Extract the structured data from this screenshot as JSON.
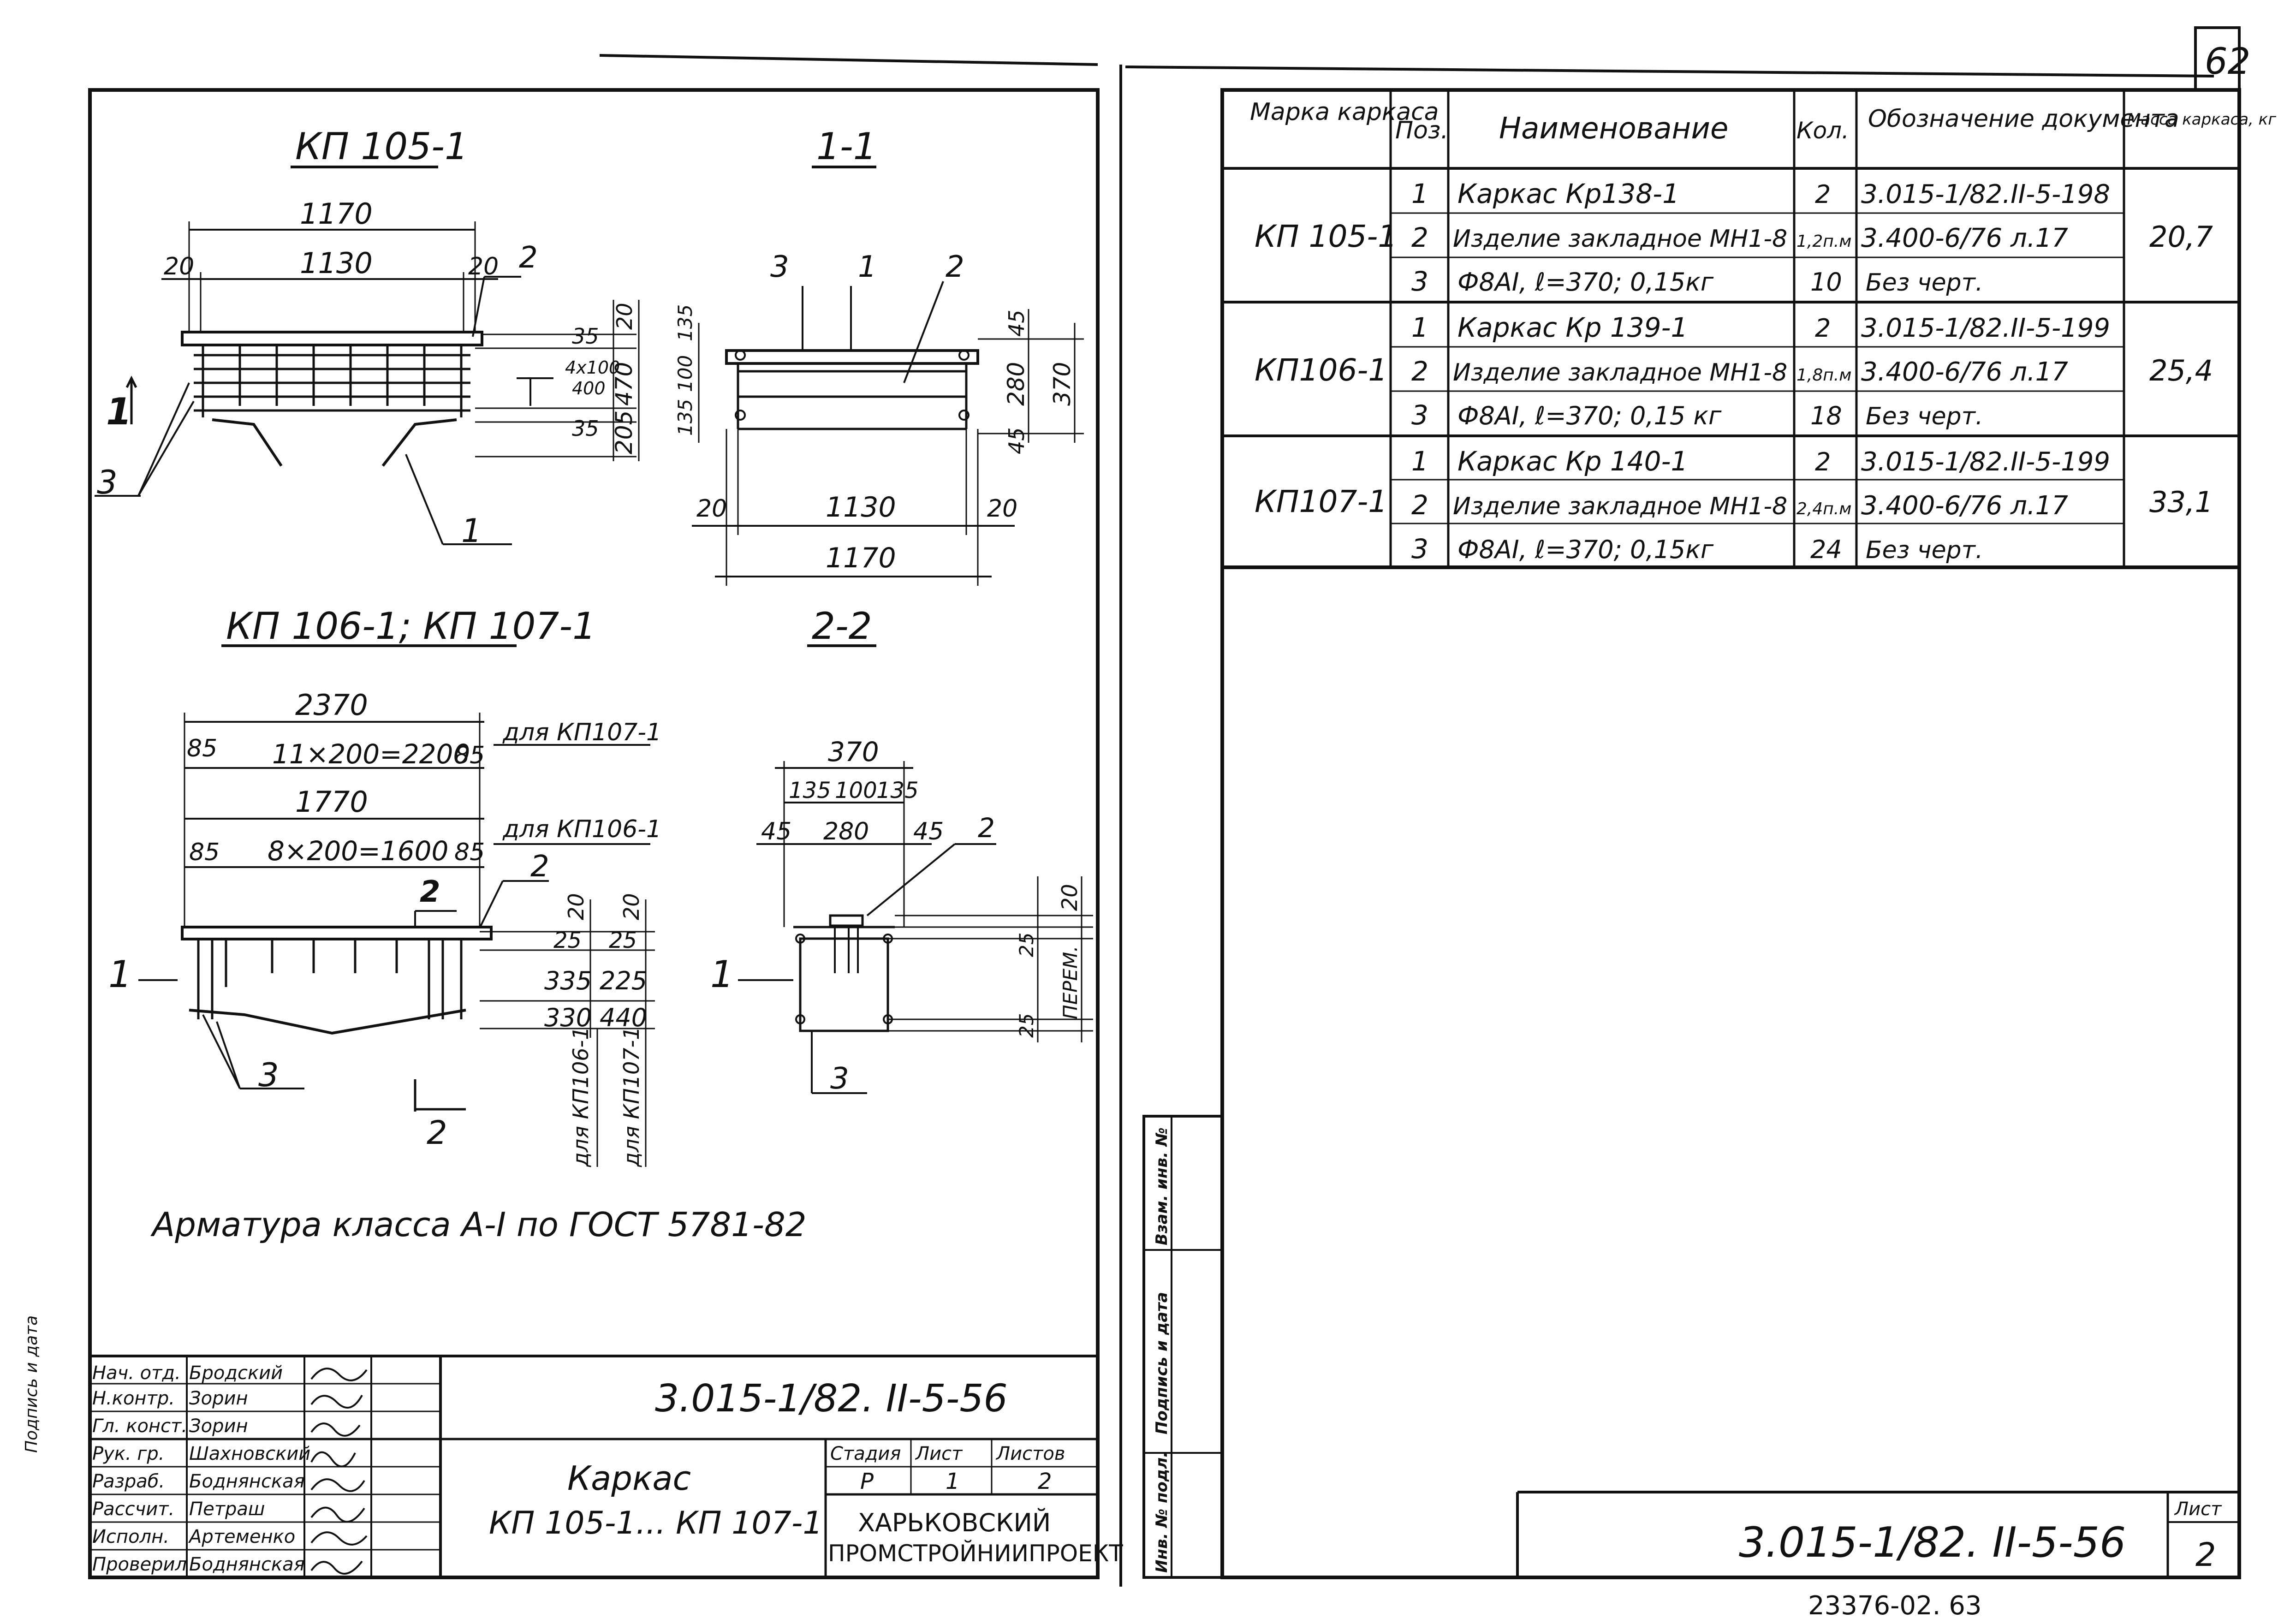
{
  "sheet_number": "62",
  "bottom_stamp": "23376-02. 63",
  "left_page": {
    "view_kp105_title": "КП 105-1",
    "section_11_title": "1-1",
    "view_kp106_title": "КП 106-1; КП 107-1",
    "section_22_title": "2-2",
    "kp105": {
      "dim_1170": "1170",
      "dim_1130": "1130",
      "dim_20a": "20",
      "dim_20b": "20",
      "dim_35a": "35",
      "dim_4x100": "4х100",
      "dim_400": "400",
      "dim_35b": "35",
      "dim_20v": "20",
      "dim_470": "470",
      "dim_205": "205",
      "pos_1": "1",
      "pos_2": "2",
      "pos_3": "3",
      "cut_mark": "1"
    },
    "sec11": {
      "dim_1130": "1130",
      "dim_1170": "1170",
      "dim_20a": "20",
      "dim_20b": "20",
      "dim_135a": "135",
      "dim_100": "100",
      "dim_135b": "135",
      "dim_45a": "45",
      "dim_280": "280",
      "dim_45b": "45",
      "dim_370": "370",
      "pos_1": "1",
      "pos_2": "2",
      "pos_3": "3"
    },
    "kp106": {
      "dim_2370": "2370",
      "dim_11x200": "11×200=2200",
      "dim_1770": "1770",
      "dim_8x200": "8×200=1600",
      "dim_85a": "85",
      "dim_85b": "85",
      "dim_85c": "85",
      "dim_85d": "85",
      "for_kp107": "для КП107-1",
      "for_kp106": "для КП106-1",
      "dim_20a": "20",
      "dim_20b": "20",
      "dim_25a": "25",
      "dim_25b": "25",
      "dim_335": "335",
      "dim_225": "225",
      "dim_330": "330",
      "dim_440": "440",
      "col_kp106": "для КП106-1",
      "col_kp107": "для КП107-1",
      "pos_2": "2",
      "pos_3": "3",
      "cut_1": "1",
      "cut_2a": "2",
      "cut_2b": "2"
    },
    "sec22": {
      "dim_370": "370",
      "dim_135a": "135",
      "dim_100": "100",
      "dim_135b": "135",
      "dim_45a": "45",
      "dim_280": "280",
      "dim_45b": "45",
      "dim_20": "20",
      "dim_25a": "25",
      "dim_25b": "25",
      "dim_perem": "ПЕРЕМ.",
      "pos_2": "2",
      "pos_3": "3",
      "cut_1": "1"
    },
    "note": "Арматура класса А-I по ГОСТ 5781-82",
    "side_strip": "Подпись и дата",
    "title_block": {
      "roles": [
        {
          "role": "Нач. отд.",
          "name": "Бродский"
        },
        {
          "role": "Н.контр.",
          "name": "Зорин"
        },
        {
          "role": "Гл. конст.",
          "name": "Зорин"
        },
        {
          "role": "Рук. гр.",
          "name": "Шахновский"
        },
        {
          "role": "Разраб.",
          "name": "Боднянская"
        },
        {
          "role": "Рассчит.",
          "name": "Петраш"
        },
        {
          "role": "Исполн.",
          "name": "Артеменко"
        },
        {
          "role": "Проверил",
          "name": "Боднянская"
        }
      ],
      "doc_code": "3.015-1/82. II-5-56",
      "title_line1": "Каркас",
      "title_line2": "КП 105-1... КП 107-1",
      "stage_label": "Стадия",
      "sheet_label": "Лист",
      "sheets_label": "Листов",
      "stage_value": "Р",
      "sheet_value": "1",
      "sheets_value": "2",
      "org_line1": "ХАРЬКОВСКИЙ",
      "org_line2": "ПРОМСТРОЙНИИПРОЕКТ"
    }
  },
  "right_page": {
    "table": {
      "headers": {
        "mark": "Марка каркаса",
        "pos": "Поз.",
        "name": "Наименование",
        "qty": "Кол.",
        "doc": "Обозначение документа",
        "mass": "Масса каркаса, кг"
      },
      "groups": [
        {
          "mark": "КП 105-1",
          "mass": "20,7",
          "rows": [
            {
              "pos": "1",
              "name": "Каркас Кр138-1",
              "qty": "2",
              "doc": "3.015-1/82.II-5-198"
            },
            {
              "pos": "2",
              "name": "Изделие закладное МН1-8",
              "qty": "1,2п.м",
              "doc": "3.400-6/76 л.17"
            },
            {
              "pos": "3",
              "name": "Ф8АI, ℓ=370; 0,15кг",
              "qty": "10",
              "doc": "Без черт."
            }
          ]
        },
        {
          "mark": "КП106-1",
          "mass": "25,4",
          "rows": [
            {
              "pos": "1",
              "name": "Каркас Кр 139-1",
              "qty": "2",
              "doc": "3.015-1/82.II-5-199"
            },
            {
              "pos": "2",
              "name": "Изделие закладное МН1-8",
              "qty": "1,8п.м",
              "doc": "3.400-6/76 л.17"
            },
            {
              "pos": "3",
              "name": "Ф8АI, ℓ=370; 0,15 кг",
              "qty": "18",
              "doc": "Без черт."
            }
          ]
        },
        {
          "mark": "КП107-1",
          "mass": "33,1",
          "rows": [
            {
              "pos": "1",
              "name": "Каркас Кр 140-1",
              "qty": "2",
              "doc": "3.015-1/82.II-5-199"
            },
            {
              "pos": "2",
              "name": "Изделие закладное МН1-8",
              "qty": "2,4п.м",
              "doc": "3.400-6/76 л.17"
            },
            {
              "pos": "3",
              "name": "Ф8АI, ℓ=370; 0,15кг",
              "qty": "24",
              "doc": "Без черт."
            }
          ]
        }
      ]
    },
    "side_labels": {
      "inv_orig": "Инв. № подл.",
      "sign_date": "Подпись и дата",
      "vzam": "Взам. инв. №"
    },
    "footer_code": "3.015-1/82. II-5-56",
    "footer_sheet_label": "Лист",
    "footer_sheet_value": "2"
  }
}
